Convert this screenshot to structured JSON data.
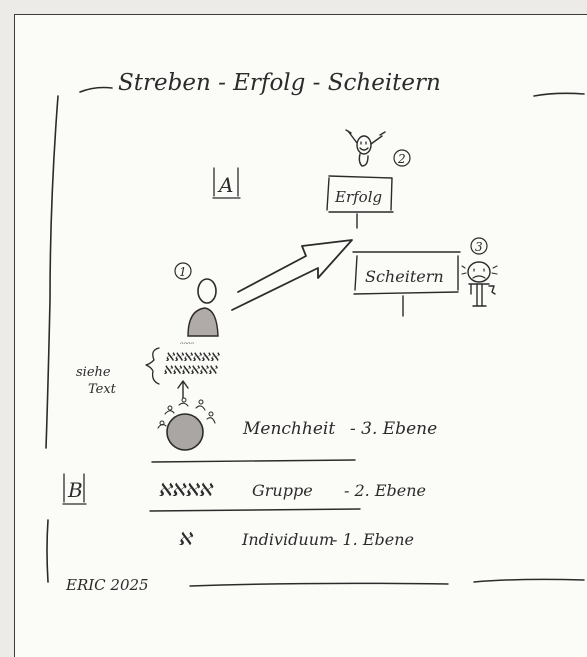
{
  "title": "Streben - Erfolg - Scheitern",
  "sections": {
    "a_label": "A",
    "b_label": "B"
  },
  "signs": {
    "success": "Erfolg",
    "failure": "Scheitern"
  },
  "markers": {
    "one": "1",
    "two": "2",
    "three": "3"
  },
  "side_note": {
    "line1": "siehe",
    "line2": "Text"
  },
  "levels": [
    {
      "name": "Menchheit",
      "level": "- 3. Ebene"
    },
    {
      "name": "Gruppe",
      "level": "- 2. Ebene"
    },
    {
      "name": "Individuum",
      "level": "- 1. Ebene"
    }
  ],
  "signature": "ERIC 2025"
}
